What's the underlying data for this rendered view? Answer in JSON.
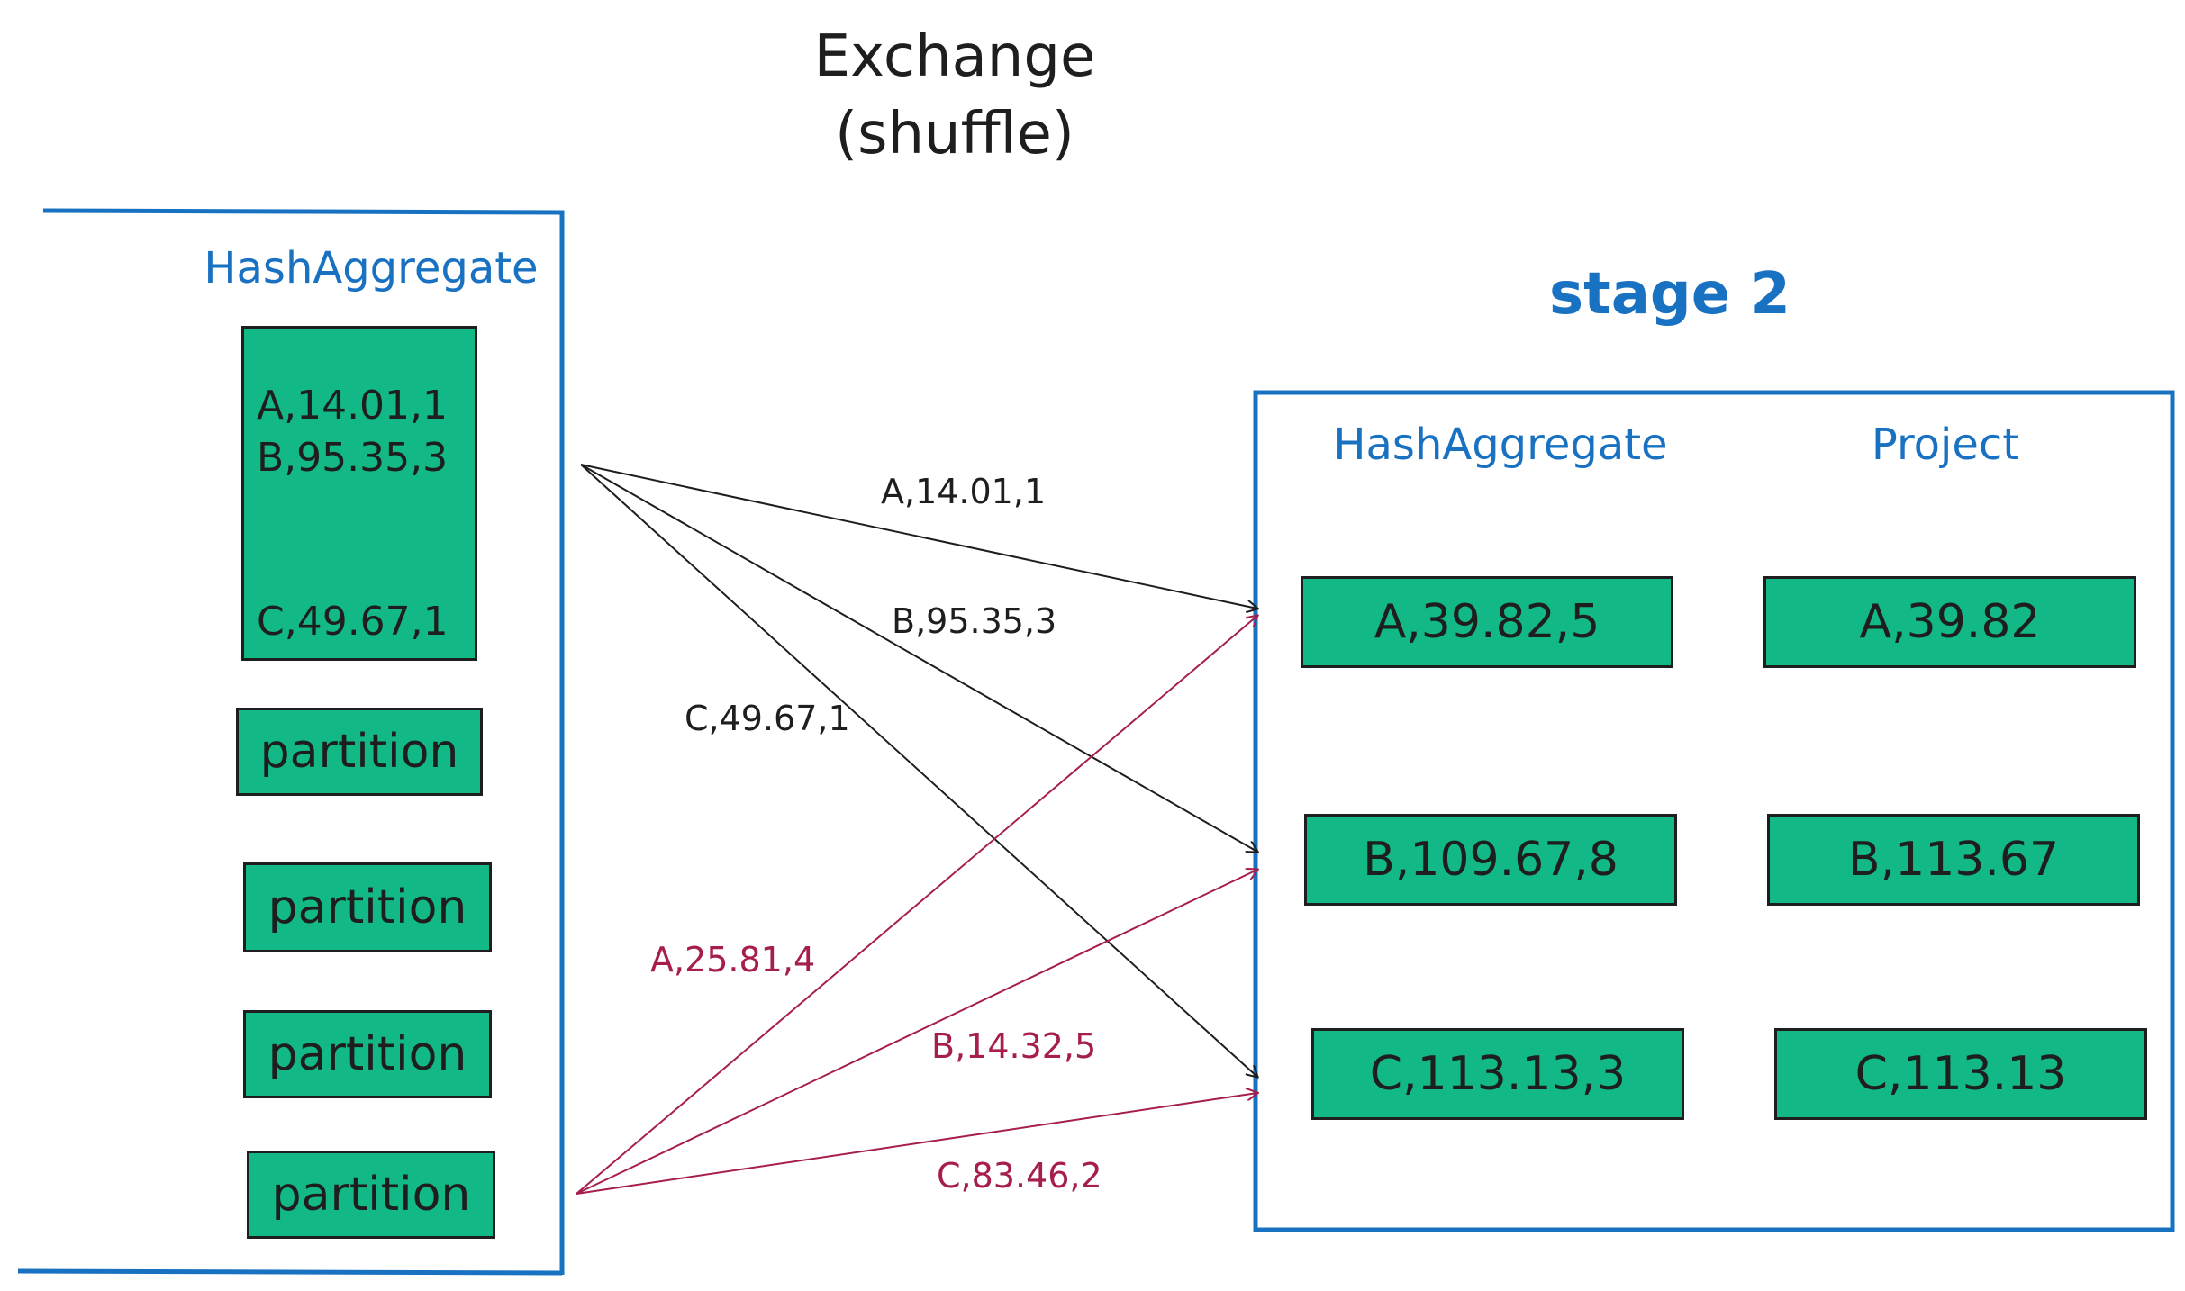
{
  "title": {
    "line1": "Exchange",
    "line2": "(shuffle)"
  },
  "stage1": {
    "header": "HashAggregate",
    "first_partition_rows": [
      "A,14.01,1",
      "B,95.35,3",
      "C,49.67,1"
    ],
    "partitions": [
      "partition",
      "partition",
      "partition",
      "partition"
    ]
  },
  "stage2": {
    "label": "stage 2",
    "hashaggregate_header": "HashAggregate",
    "project_header": "Project",
    "hashaggregate_rows": [
      "A,39.82,5",
      "B,109.67,8",
      "C,113.13,3"
    ],
    "project_rows": [
      "A,39.82",
      "B,113.67",
      "C,113.13"
    ]
  },
  "edges": {
    "from_first_partition": [
      "A,14.01,1",
      "B,95.35,3",
      "C,49.67,1"
    ],
    "from_last_partition": [
      "A,25.81,4",
      "B,14.32,5",
      "C,83.46,2"
    ]
  },
  "colors": {
    "box_fill": "#12b886",
    "frame": "#1971c2",
    "line_black": "#1e1e1e",
    "line_red": "#a61e4d"
  }
}
